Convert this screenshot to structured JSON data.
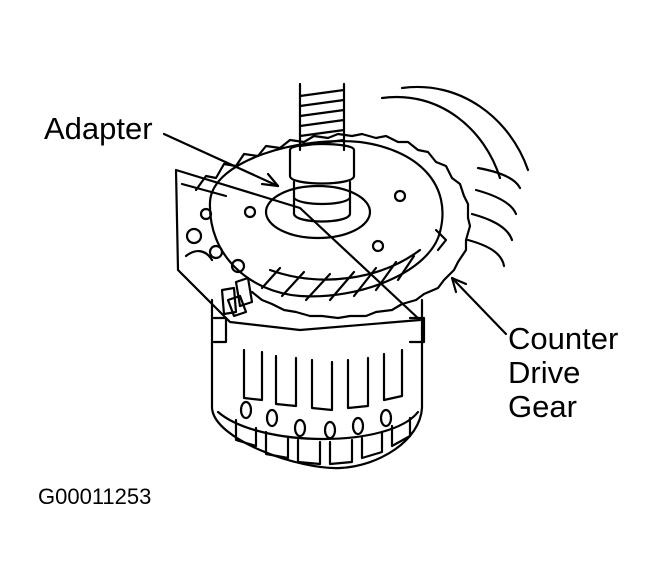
{
  "callouts": {
    "adapter": "Adapter",
    "counter_drive_gear": [
      "Counter",
      "Drive",
      "Gear"
    ]
  },
  "figure_id": "G00011253",
  "colors": {
    "line": "#000000",
    "background": "#ffffff"
  }
}
